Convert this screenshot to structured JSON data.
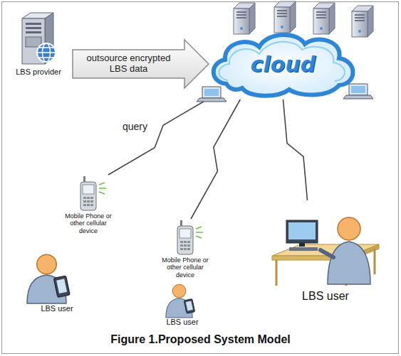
{
  "diagram": {
    "caption": "Figure 1.Proposed System Model",
    "nodes": [
      {
        "text": [
          "LBS provider"
        ]
      },
      {
        "text": [
          "cloud"
        ]
      },
      {
        "text": [
          "Mobile Phone or other cellular device"
        ]
      },
      {
        "text": [
          "Mobile Phone or other cellular device"
        ]
      },
      {
        "text": [
          "LBS user"
        ]
      }
    ],
    "edges": [
      {
        "from": 0,
        "to": 1,
        "label": "outsource encrypted LBS data",
        "arrow": "to"
      },
      {
        "from": 2,
        "to": 1,
        "label": "query",
        "arrow": "none"
      },
      {
        "from": 3,
        "to": 1,
        "arrow": "none"
      },
      {
        "from": 4,
        "to": 1,
        "arrow": "none"
      }
    ],
    "labels": [
      "LBS user",
      "LBS user"
    ]
  }
}
